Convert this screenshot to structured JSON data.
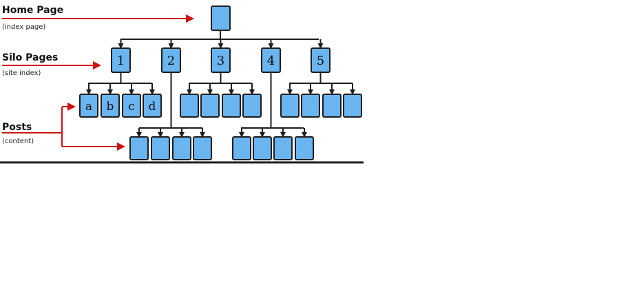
{
  "labels": {
    "home": {
      "title": "Home Page",
      "subtitle": "(index page)"
    },
    "silo": {
      "title": "Silo Pages",
      "subtitle": "(site index)"
    },
    "posts": {
      "title": "Posts",
      "subtitle": "(content)"
    }
  },
  "silo_pages": [
    "1",
    "2",
    "3",
    "4",
    "5"
  ],
  "silo1_posts": [
    "a",
    "b",
    "c",
    "d"
  ],
  "colors": {
    "box_fill": "#6ab4f0",
    "box_stroke": "#1d1d1d",
    "line": "#1d1d1d",
    "arrow_red": "#cc1111",
    "baseline": "#1d1d1d"
  }
}
